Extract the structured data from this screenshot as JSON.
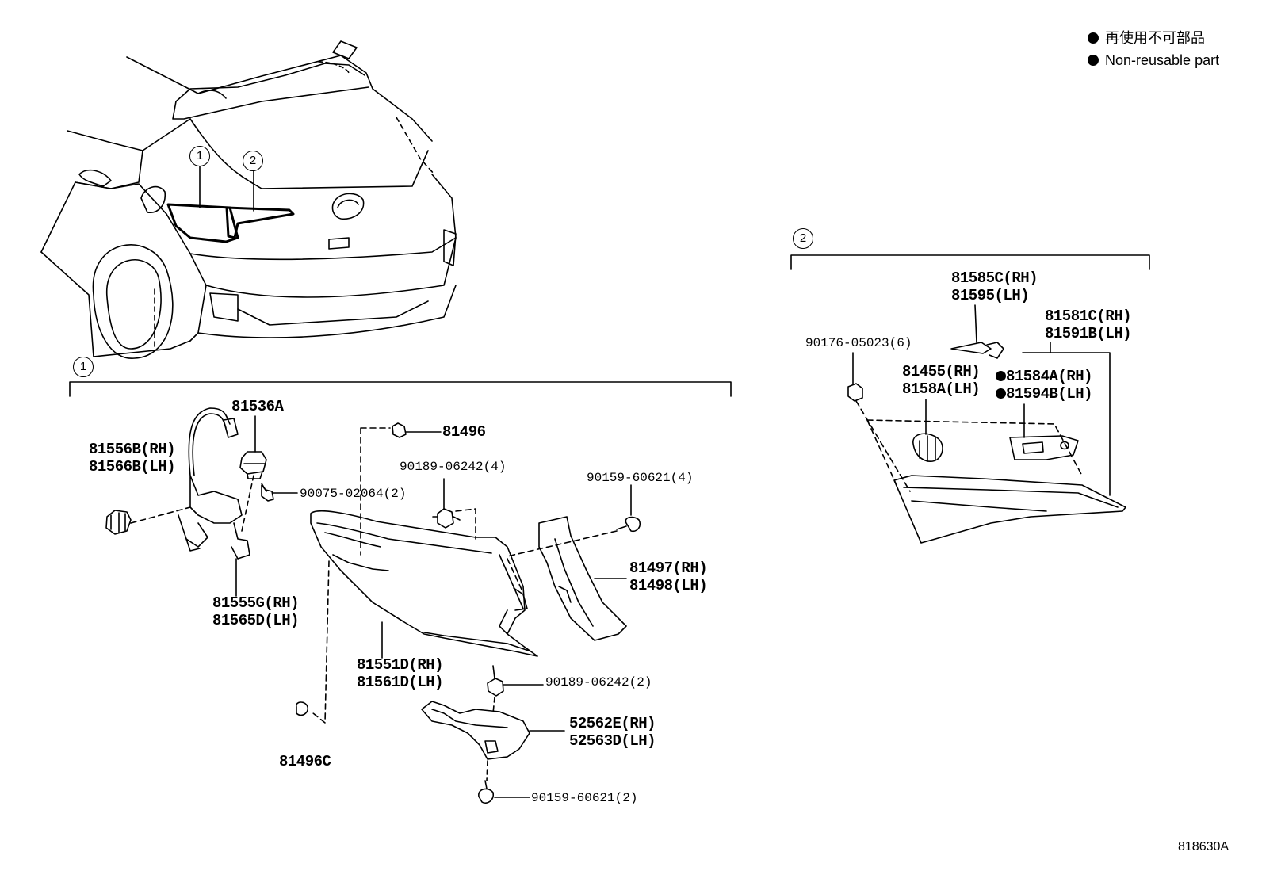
{
  "legend": {
    "items": [
      {
        "text": "再使用不可部品"
      },
      {
        "text": "Non-reusable part"
      }
    ]
  },
  "group_markers": {
    "g1": "1",
    "g2": "2"
  },
  "labels": {
    "p81536A": "81536A",
    "p81556B": "81556B(RH)",
    "p81566B": "81566B(LH)",
    "p90075": "90075-02064(2)",
    "p81555G": "81555G(RH)",
    "p81565D": "81565D(LH)",
    "p81496": "81496",
    "p90189a": "90189-06242(4)",
    "p90159a": "90159-60621(4)",
    "p81497": "81497(RH)",
    "p81498": "81498(LH)",
    "p81551D": "81551D(RH)",
    "p81561D": "81561D(LH)",
    "p90189b": "90189-06242(2)",
    "p52562E": "52562E(RH)",
    "p52563D": "52563D(LH)",
    "p81496C": "81496C",
    "p90159b": "90159-60621(2)",
    "p81585C": "81585C(RH)",
    "p81595": "81595(LH)",
    "p81581C": "81581C(RH)",
    "p81591B": "81591B(LH)",
    "p90176": "90176-05023(6)",
    "p81455": "81455(RH)",
    "p8158A": "8158A(LH)",
    "p81584A": "81584A(RH)",
    "p81594B": "81594B(LH)"
  },
  "illustration_number": "818630A"
}
